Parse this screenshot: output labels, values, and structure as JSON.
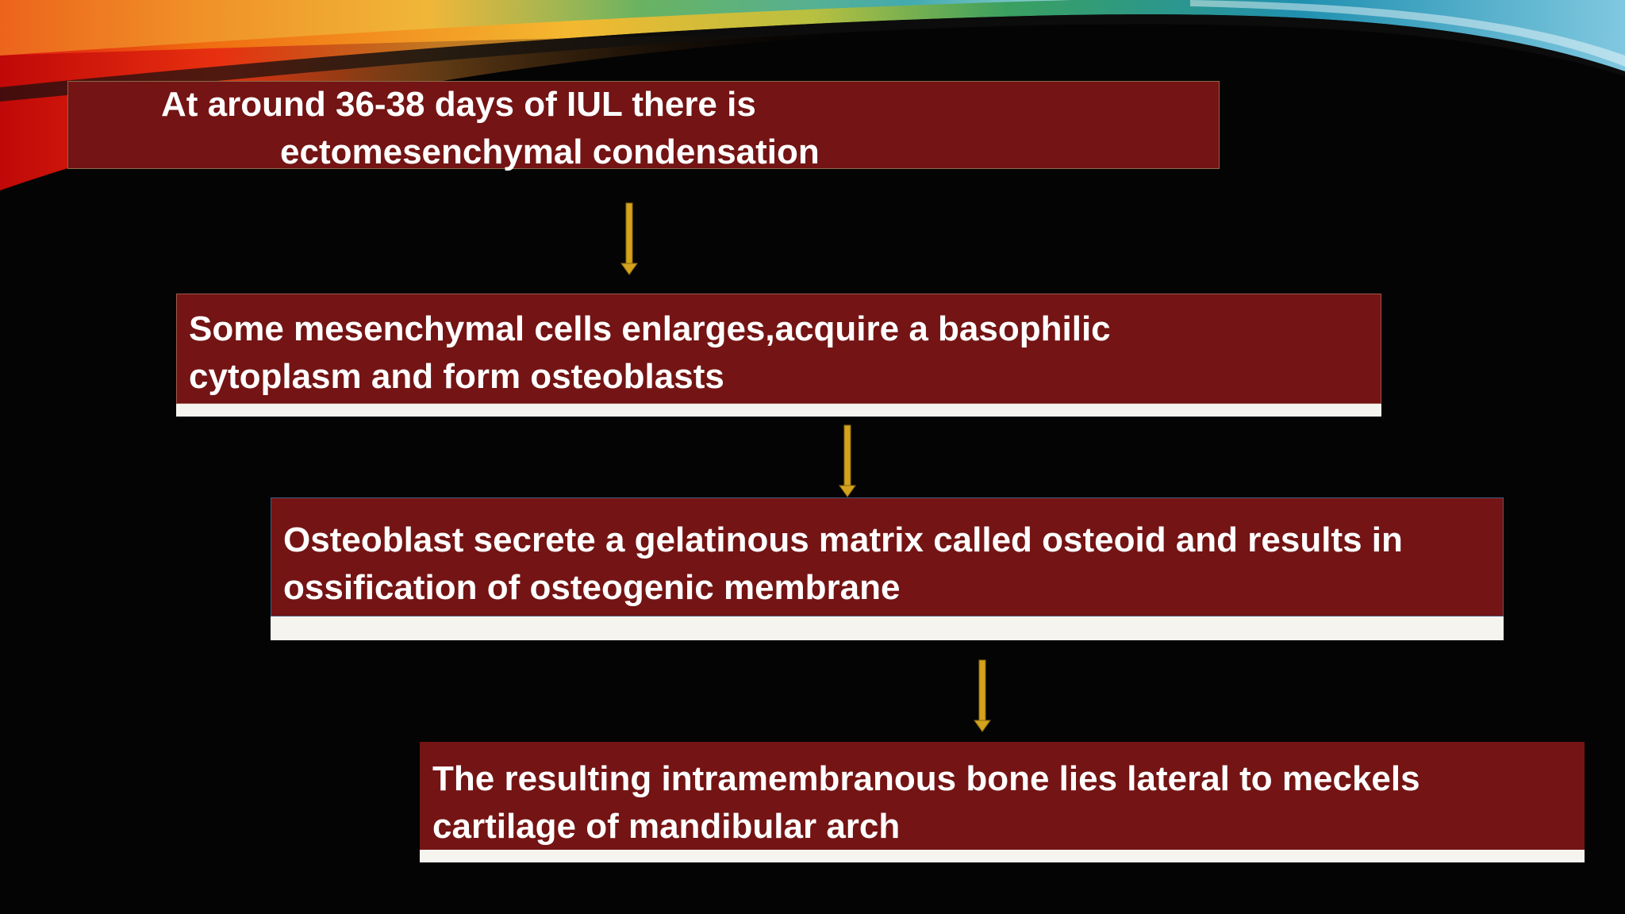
{
  "slide": {
    "steps": [
      {
        "lines": [
          "At around 36-38 days of IUL there is",
          "ectomesenchymal condensation"
        ]
      },
      {
        "lines": [
          "Some mesenchymal cells enlarges,acquire a  basophilic",
          "cytoplasm and form osteoblasts"
        ]
      },
      {
        "lines": [
          "Osteoblast secrete a gelatinous matrix called osteoid  and results in",
          "ossification of osteogenic membrane"
        ]
      },
      {
        "lines": [
          "The resulting intramembranous bone lies lateral  to meckels",
          "cartilage of mandibular arch"
        ]
      }
    ],
    "arrows": [
      {
        "icon": "down-arrow-icon",
        "from": 1,
        "to": 2
      },
      {
        "icon": "down-arrow-icon",
        "from": 2,
        "to": 3
      },
      {
        "icon": "down-arrow-icon",
        "from": 3,
        "to": 4
      }
    ],
    "colors": {
      "background": "#040404",
      "box_fill": "#741414",
      "box_strip": "#f6f4ef",
      "text": "#ffffff",
      "arrow": "#d4a21c"
    }
  }
}
